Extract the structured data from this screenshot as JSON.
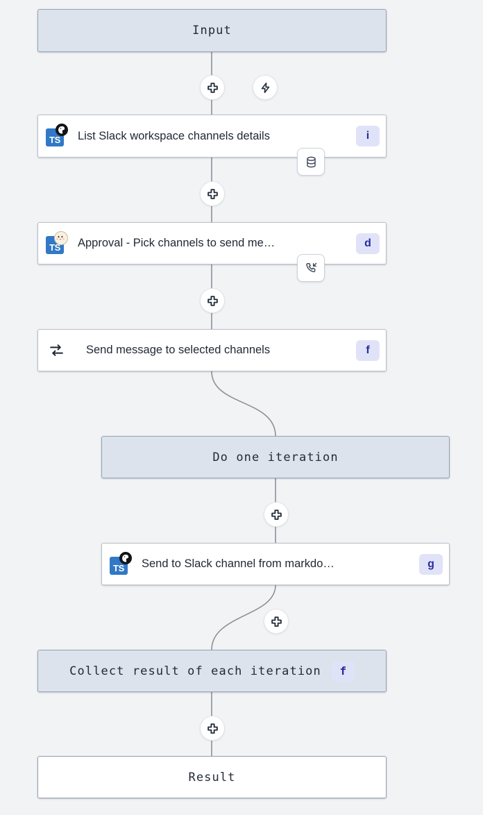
{
  "canvas": {
    "background_color": "#f1f3f5",
    "edge_color": "#8b9199"
  },
  "flow": {
    "input_node": {
      "label": "Input",
      "type": "block",
      "fill_color": "#dde3ec"
    },
    "result_node": {
      "label": "Result",
      "type": "block",
      "fill_color": "#ffffff"
    },
    "steps": [
      {
        "id": "list-slack-workspace-channels-details",
        "label": "List Slack workspace channels details",
        "badge": "i",
        "language_icon": "typescript-icon",
        "runtime_icon": "deno-icon",
        "chip_icon": "database-icon"
      },
      {
        "id": "approval-pick-channels",
        "label": "Approval - Pick channels to send me…",
        "badge": "d",
        "language_icon": "typescript-icon",
        "runtime_icon": "bun-icon",
        "chip_icon": "phone-incoming-icon"
      },
      {
        "id": "send-message-to-selected-channels",
        "label": "Send message to selected channels",
        "badge": "f",
        "language_icon": "loop-icon",
        "runtime_icon": null,
        "chip_icon": null
      },
      {
        "id": "send-to-slack-channel-from-markdown",
        "label": "Send to Slack channel from markdo…",
        "badge": "g",
        "language_icon": "typescript-icon",
        "runtime_icon": "deno-icon",
        "chip_icon": null
      }
    ],
    "loop_header": {
      "label": "Do one iteration",
      "fill_color": "#dde3ec"
    },
    "loop_footer": {
      "label": "Collect result of each iteration",
      "badge": "f",
      "fill_color": "#dde3ec"
    }
  },
  "canvas_buttons": [
    {
      "id": "add-step-after-input",
      "icon": "plus-icon"
    },
    {
      "id": "add-trigger-after-input",
      "icon": "lightning-icon"
    },
    {
      "id": "add-step-after-list-channels",
      "icon": "plus-icon"
    },
    {
      "id": "add-step-after-approval",
      "icon": "plus-icon"
    },
    {
      "id": "add-step-inside-loop",
      "icon": "plus-icon"
    },
    {
      "id": "add-step-after-slack-send",
      "icon": "plus-icon"
    },
    {
      "id": "add-step-before-result",
      "icon": "plus-icon"
    }
  ],
  "badge_colors": {
    "background": "#e0e3f8",
    "text": "#2b2a9e"
  }
}
